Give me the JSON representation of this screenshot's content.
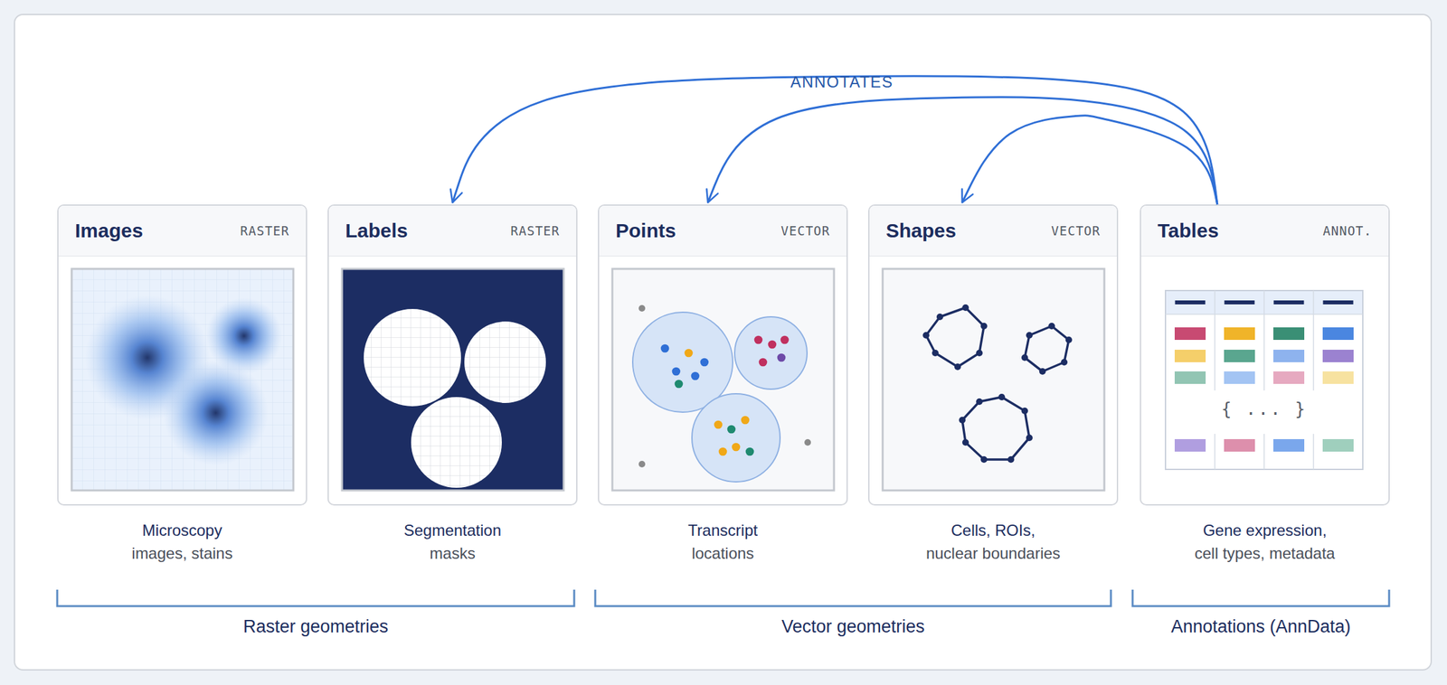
{
  "diagram": {
    "nodes": [
      {
        "text": [
          "Images",
          "RASTER",
          "Microscopy",
          "images, stains"
        ]
      },
      {
        "text": [
          "Labels",
          "RASTER",
          "Segmentation",
          "masks"
        ]
      },
      {
        "text": [
          "Points",
          "VECTOR",
          "Transcript",
          "locations"
        ]
      },
      {
        "text": [
          "Shapes",
          "VECTOR",
          "Cells, ROIs,",
          "nuclear boundaries"
        ]
      },
      {
        "text": [
          "Tables",
          "ANNOT.",
          "Gene expression,",
          "cell types, metadata"
        ]
      }
    ],
    "edges": [
      {
        "from": 4,
        "to": 1,
        "arrow": "to",
        "label": "ANNOTATES"
      },
      {
        "from": 4,
        "to": 2,
        "arrow": "to"
      },
      {
        "from": 4,
        "to": 3,
        "arrow": "to"
      }
    ],
    "labels": [
      "{ ... }",
      "Raster geometries",
      "Vector geometries",
      "Annotations (AnnData)"
    ]
  }
}
